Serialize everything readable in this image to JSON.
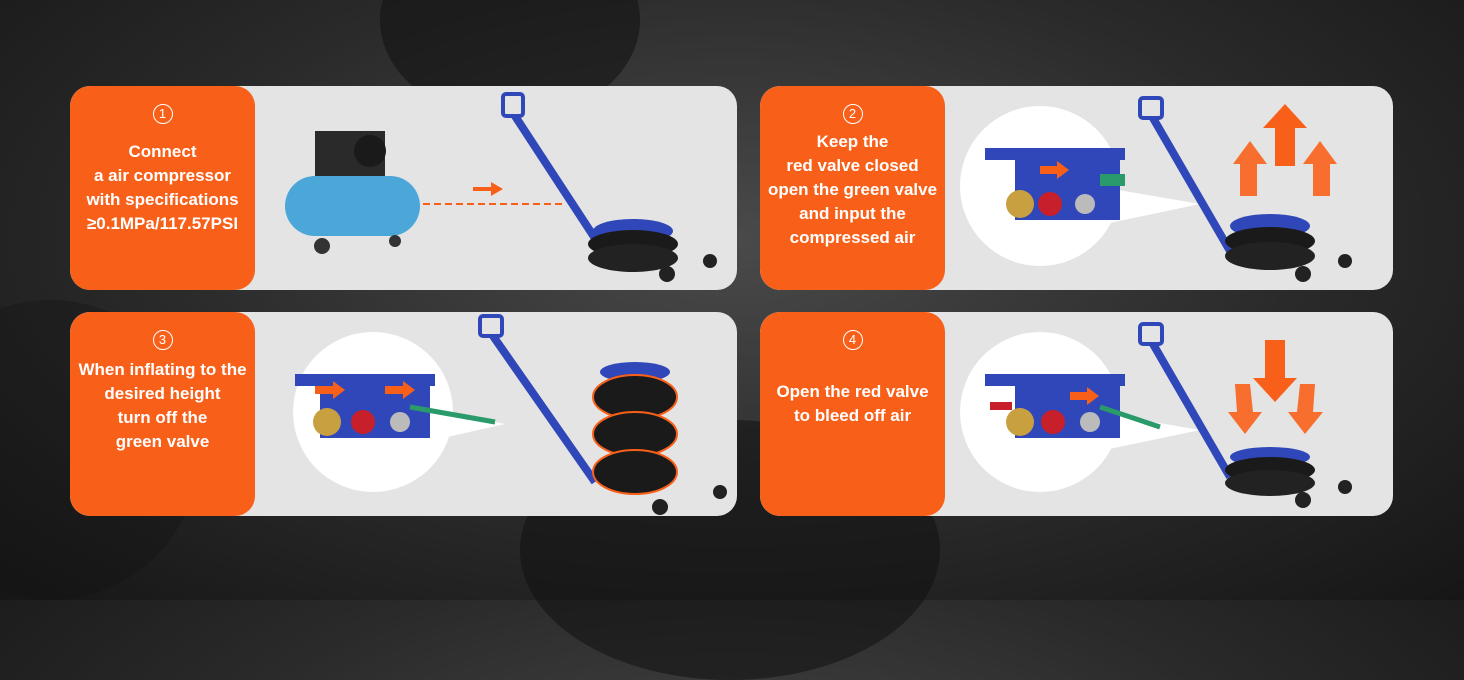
{
  "steps": [
    {
      "number": "1",
      "text": "Connect\na air compressor\nwith specifications\n≥0.1MPa/117.57PSI"
    },
    {
      "number": "2",
      "text": "Keep the\nred valve closed\nopen the green valve\nand input the\ncompressed air"
    },
    {
      "number": "3",
      "text": "When inflating to the\ndesired height\nturn off the\ngreen valve"
    },
    {
      "number": "4",
      "text": "Open the red valve\nto bleed off air"
    }
  ],
  "colors": {
    "accent": "#f8601a",
    "card": "#e4e4e4",
    "jack_blue": "#2f47b8",
    "compressor_blue": "#4aa7d8"
  }
}
